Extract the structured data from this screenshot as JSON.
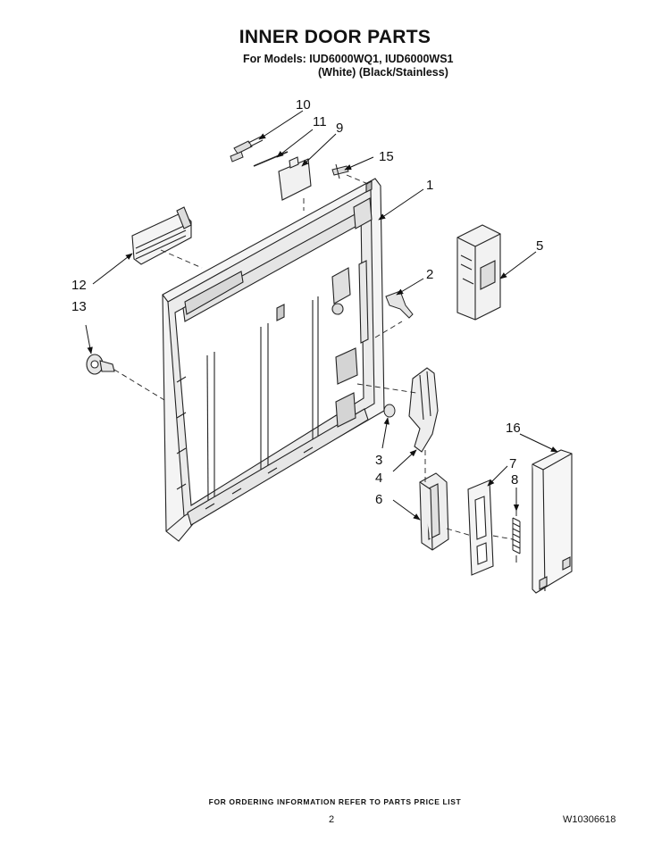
{
  "header": {
    "title": "INNER DOOR PARTS",
    "models_line": "For Models: IUD6000WQ1, IUD6000WS1",
    "variants_line": "(White)  (Black/Stainless)"
  },
  "callouts": [
    {
      "id": "1",
      "label": "1"
    },
    {
      "id": "2",
      "label": "2"
    },
    {
      "id": "3",
      "label": "3"
    },
    {
      "id": "4",
      "label": "4"
    },
    {
      "id": "5",
      "label": "5"
    },
    {
      "id": "6",
      "label": "6"
    },
    {
      "id": "7",
      "label": "7"
    },
    {
      "id": "8",
      "label": "8"
    },
    {
      "id": "9",
      "label": "9"
    },
    {
      "id": "10",
      "label": "10"
    },
    {
      "id": "11",
      "label": "11"
    },
    {
      "id": "12",
      "label": "12"
    },
    {
      "id": "13",
      "label": "13"
    },
    {
      "id": "15",
      "label": "15"
    },
    {
      "id": "16",
      "label": "16"
    }
  ],
  "footer": {
    "ordering_note": "FOR ORDERING INFORMATION REFER TO PARTS PRICE LIST",
    "page_number": "2",
    "document_number": "W10306618"
  }
}
